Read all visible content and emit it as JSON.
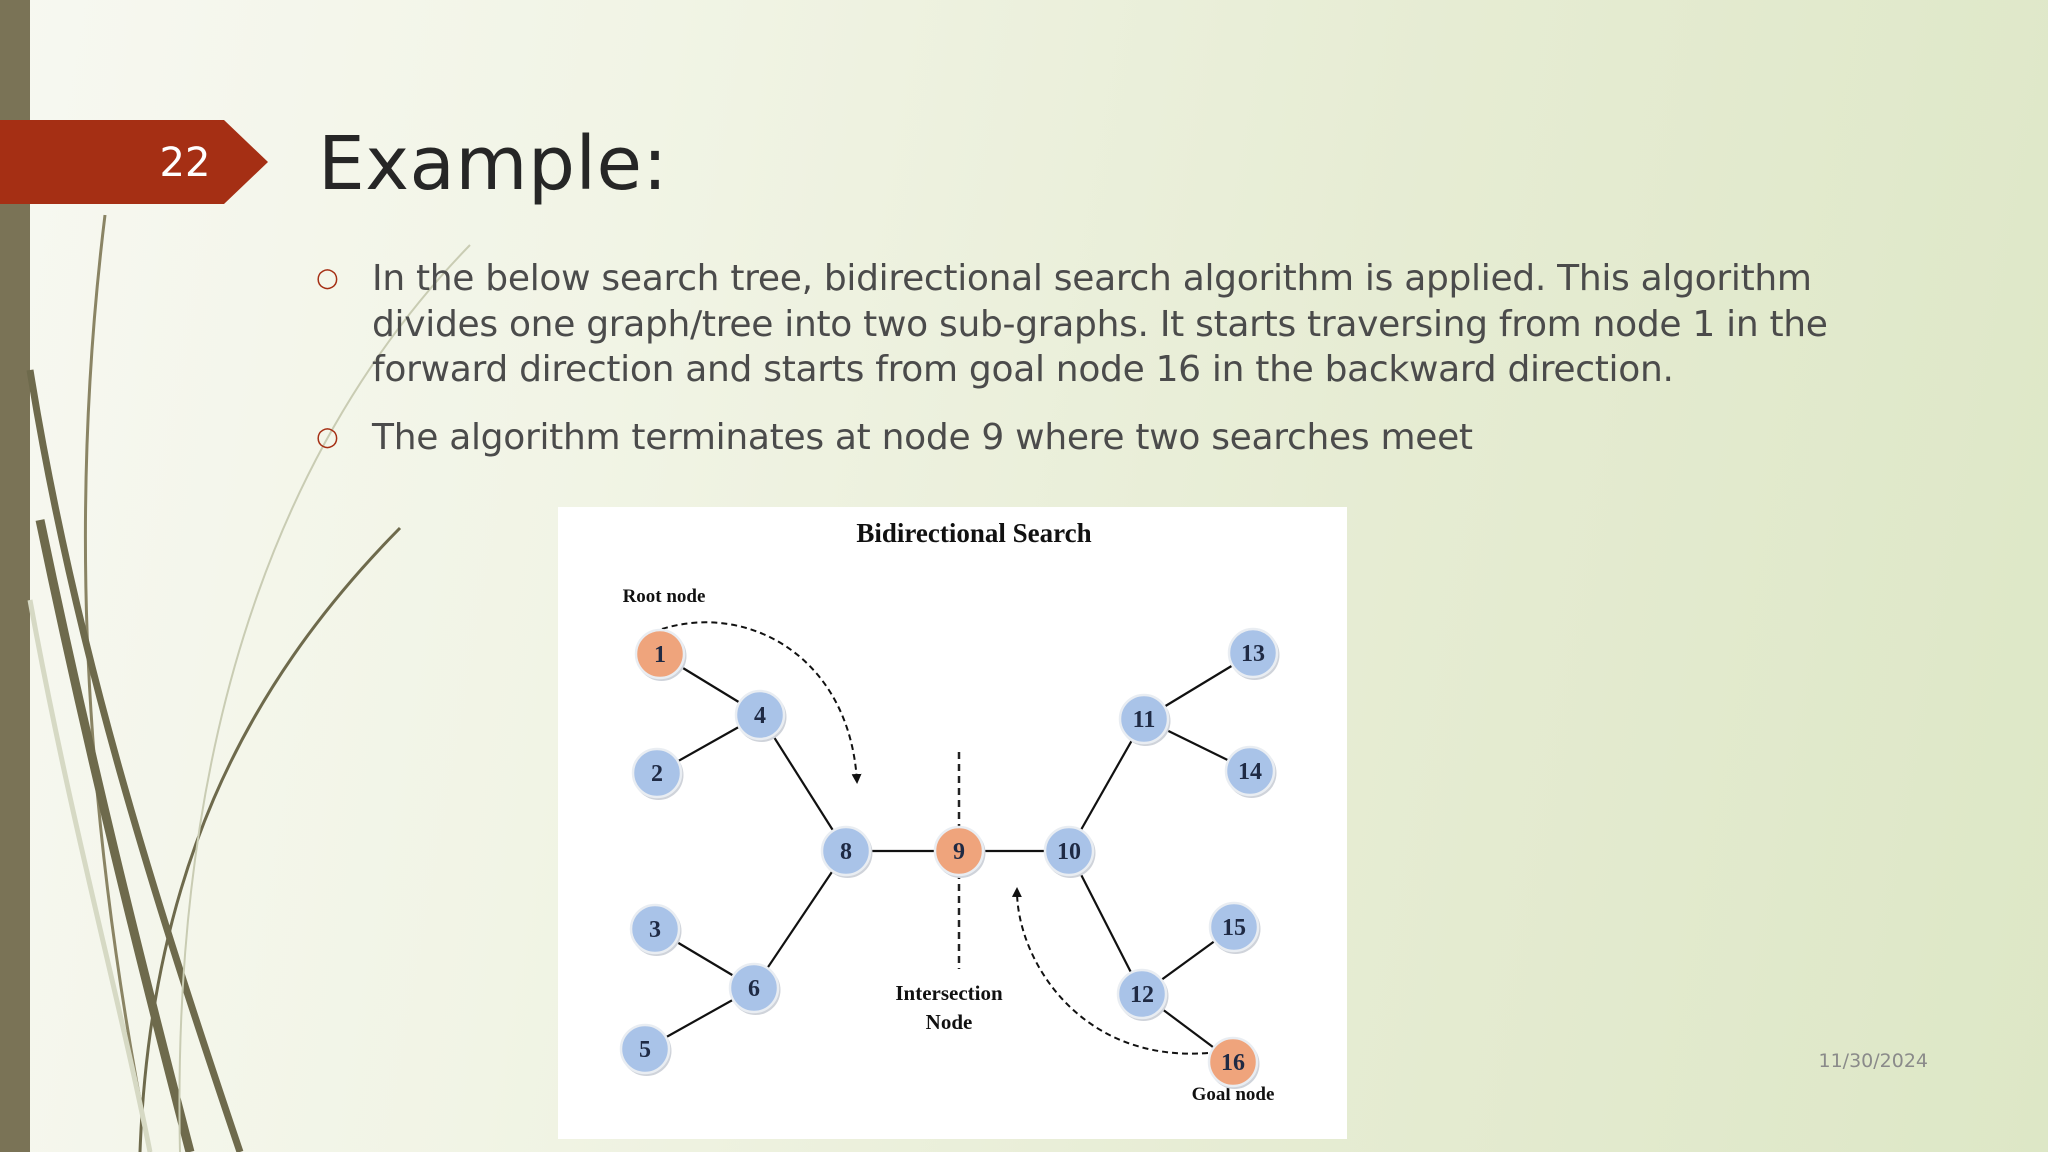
{
  "slide": {
    "number": "22",
    "title": "Example:",
    "date": "11/30/2024",
    "colors": {
      "accent": "#a52f14",
      "side_bar": "#7a7356",
      "title_text": "#262626",
      "body_text": "#4b4b4b",
      "node_blue": "#a9c3e8",
      "node_orange": "#efa47c"
    }
  },
  "bullets": [
    {
      "mark_icon": "hollow-circle-bullet-icon",
      "text": "In the below search tree, bidirectional search algorithm is applied. This algorithm divides one graph/tree into two sub-graphs. It starts traversing from node 1 in the forward direction and starts from goal node 16 in the backward direction."
    },
    {
      "mark_icon": "hollow-circle-bullet-icon",
      "text": "The algorithm terminates at node 9 where two searches meet"
    }
  ],
  "diagram": {
    "title": "Bidirectional Search",
    "root_label": "Root node",
    "goal_label": "Goal node",
    "intersection_label_line1": "Intersection",
    "intersection_label_line2": "Node",
    "nodes": [
      {
        "id": "1",
        "highlight": true
      },
      {
        "id": "2",
        "highlight": false
      },
      {
        "id": "3",
        "highlight": false
      },
      {
        "id": "4",
        "highlight": false
      },
      {
        "id": "5",
        "highlight": false
      },
      {
        "id": "6",
        "highlight": false
      },
      {
        "id": "8",
        "highlight": false
      },
      {
        "id": "9",
        "highlight": true
      },
      {
        "id": "10",
        "highlight": false
      },
      {
        "id": "11",
        "highlight": false
      },
      {
        "id": "12",
        "highlight": false
      },
      {
        "id": "13",
        "highlight": false
      },
      {
        "id": "14",
        "highlight": false
      },
      {
        "id": "15",
        "highlight": false
      },
      {
        "id": "16",
        "highlight": true
      }
    ],
    "edges": [
      [
        "1",
        "4"
      ],
      [
        "2",
        "4"
      ],
      [
        "4",
        "8"
      ],
      [
        "3",
        "6"
      ],
      [
        "5",
        "6"
      ],
      [
        "6",
        "8"
      ],
      [
        "8",
        "9"
      ],
      [
        "9",
        "10"
      ],
      [
        "10",
        "11"
      ],
      [
        "10",
        "12"
      ],
      [
        "11",
        "13"
      ],
      [
        "11",
        "14"
      ],
      [
        "12",
        "15"
      ],
      [
        "12",
        "16"
      ]
    ],
    "search_arrows": [
      {
        "from": "1",
        "direction": "forward"
      },
      {
        "from": "16",
        "direction": "backward"
      }
    ]
  }
}
